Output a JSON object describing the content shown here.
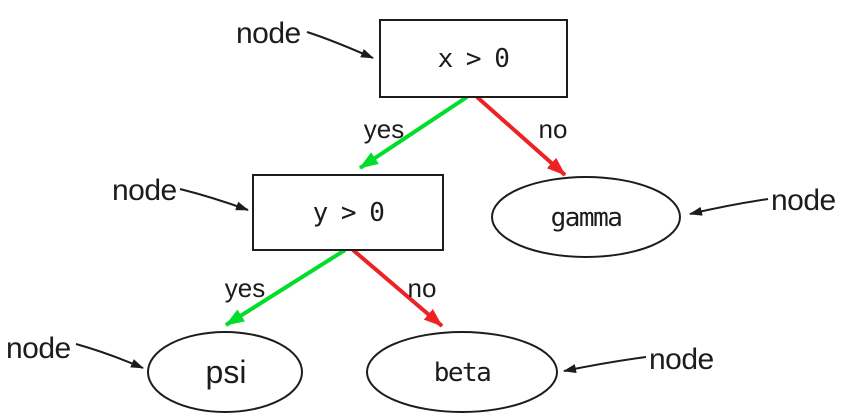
{
  "diagram": {
    "type": "decision-tree",
    "background": "#ffffff",
    "colors": {
      "yes_edge": "#00dd2a",
      "no_edge": "#ee2222",
      "ink": "#1c1c1c"
    },
    "nodes": {
      "root": {
        "label": "x > 0",
        "shape": "box"
      },
      "child": {
        "label": "y > 0",
        "shape": "box"
      },
      "gamma": {
        "label": "gamma",
        "shape": "ellipse"
      },
      "psi": {
        "label": "psi",
        "shape": "ellipse"
      },
      "beta": {
        "label": "beta",
        "shape": "ellipse"
      }
    },
    "edges": [
      {
        "from": "x > 0",
        "to": "y > 0",
        "label": "yes",
        "color": "#00dd2a"
      },
      {
        "from": "x > 0",
        "to": "gamma",
        "label": "no",
        "color": "#ee2222"
      },
      {
        "from": "y > 0",
        "to": "psi",
        "label": "yes",
        "color": "#00dd2a"
      },
      {
        "from": "y > 0",
        "to": "beta",
        "label": "no",
        "color": "#ee2222"
      }
    ],
    "annotations": [
      {
        "label": "node",
        "points_to": "x > 0"
      },
      {
        "label": "node",
        "points_to": "y > 0"
      },
      {
        "label": "node",
        "points_to": "gamma"
      },
      {
        "label": "node",
        "points_to": "psi"
      },
      {
        "label": "node",
        "points_to": "beta"
      }
    ]
  }
}
